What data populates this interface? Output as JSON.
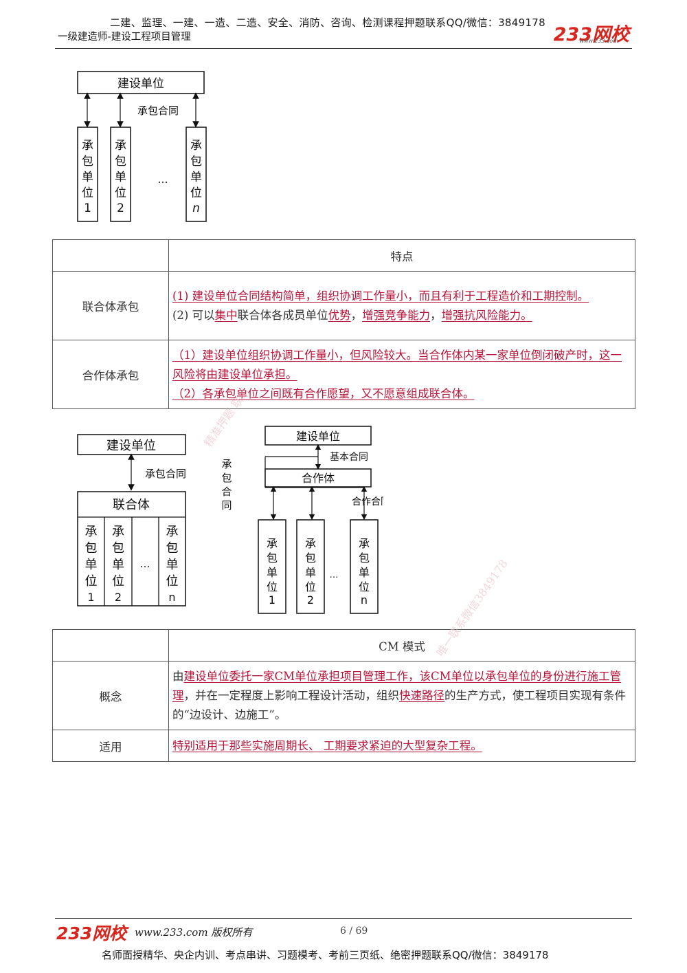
{
  "header": {
    "line1": "二建、监理、一建、一造、二造、安全、消防、咨询、检测课程押题联系QQ/微信：3849178",
    "line2": "一级建造师-建设工程项目管理",
    "logo": "233网校",
    "logo_url": "www.233.com"
  },
  "diagram1": {
    "owner": "建设单位",
    "contract": "承包合同",
    "unit_chars": [
      "承",
      "包",
      "单",
      "位"
    ],
    "unit_nums": [
      "1",
      "2",
      "n"
    ],
    "ellipsis": "…"
  },
  "table1": {
    "header": "特点",
    "rows": [
      {
        "label": "联合体承包",
        "p1": "(1) 建设单位合同结构简单，组织协调工作量小，而且有利于工程造价和工期控制。",
        "p2_a": "(2) 可以",
        "p2_b": "集中",
        "p2_c": "联合体各成员单位",
        "p2_d": "优势",
        "p2_e": "，",
        "p2_f": "增强竞争能力",
        "p2_g": "，",
        "p2_h": "增强抗风险能力。"
      },
      {
        "label": "合作体承包",
        "p1": "（1）建设单位组织协调工作量小，但风险较大。当合作体内某一家单位倒闭破产时，这一风险将由建设单位承担。",
        "p2": "（2）各承包单位之间既有合作愿望，又不愿意组成联合体。"
      }
    ]
  },
  "diagram2": {
    "owner": "建设单位",
    "contract": "承包合同",
    "jv": "联合体",
    "unit_chars": [
      "承",
      "包",
      "单",
      "位"
    ],
    "unit_nums": [
      "1",
      "2",
      "n"
    ],
    "ellipsis": "…"
  },
  "diagram3": {
    "owner": "建设单位",
    "basic_contract": "基本合同",
    "coop": "合作体",
    "coop_contract": "合作合同",
    "side_label": [
      "承",
      "包",
      "合",
      "同"
    ],
    "unit_chars": [
      "承",
      "包",
      "单",
      "位"
    ],
    "unit_nums": [
      "1",
      "2",
      "n"
    ],
    "ellipsis": "…"
  },
  "table2": {
    "header": "CM 模式",
    "rows": [
      {
        "label": "概念",
        "a": "由",
        "b": "建设单位委托一家CM单位承担项目管理工作，该CM单位以承包单位的身份进行施工管理",
        "c": "，并在一定程度上影响工程设计活动，组织",
        "d": "快速路径",
        "e": "的生产方式，使工程项目实现有条件的“边设计、边施工”。"
      },
      {
        "label": "适用",
        "a": "特别适用于那些实施周期长、 工期要求紧迫的大型复杂工程。"
      }
    ]
  },
  "watermarks": [
    "精准押题 联系",
    "唯一联系微信3849178"
  ],
  "footer": {
    "logo": "233网校",
    "url": "www.233.com 版权所有",
    "page": "6 / 69",
    "line": "名师面授精华、央企内训、考点串讲、习题模考、考前三页纸、绝密押题联系QQ/微信：3849178"
  },
  "colors": {
    "highlight": "#b5163a",
    "logo": "#d7261e"
  }
}
